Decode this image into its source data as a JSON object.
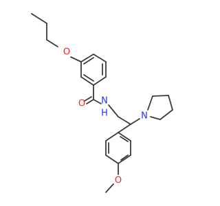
{
  "molecule": {
    "atoms": {
      "propoxy_o": "O",
      "carbonyl_o": "O",
      "amide_n": "N",
      "amide_h": "H",
      "pyrrolidine_n": "N",
      "methoxy_o": "O"
    }
  },
  "colors": {
    "carbon_bond": "#3a3a3a",
    "oxygen": "#ff2020",
    "nitrogen": "#2030ff",
    "background": "#ffffff"
  }
}
